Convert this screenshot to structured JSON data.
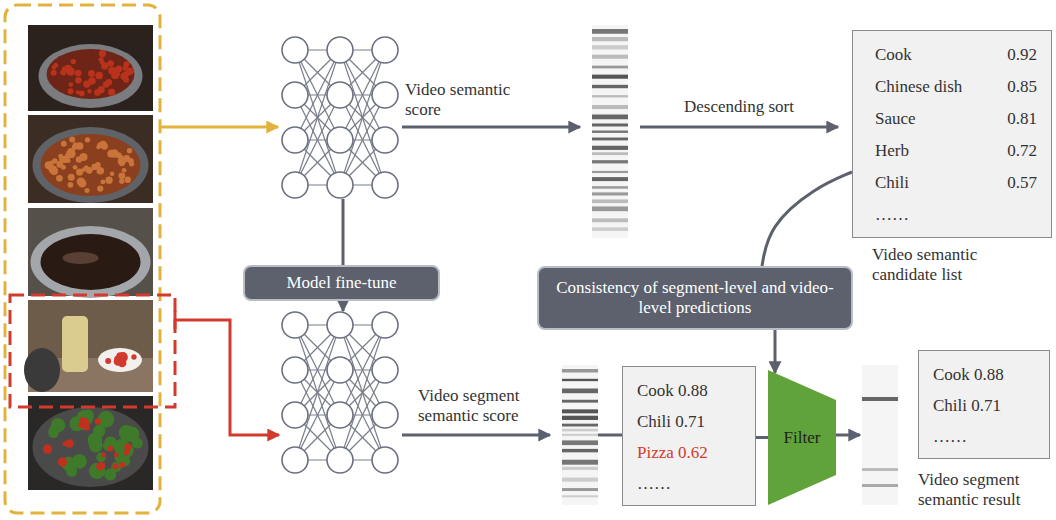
{
  "diagram": {
    "nodes": [
      {
        "text": [
          "Cook",
          "0.92",
          "Chinese dish",
          "0.85",
          "Sauce",
          "0.81",
          "Herb",
          "0.72",
          "Chili",
          "0.57",
          "……"
        ]
      },
      {
        "text": [
          "Model fine-tune"
        ]
      },
      {
        "text": [
          "Consistency of segment-level and video-level predictions"
        ]
      },
      {
        "text": [
          "Cook 0.88",
          "Chili 0.71",
          "Pizza 0.62",
          "……"
        ]
      },
      {
        "text": [
          "Filter"
        ]
      },
      {
        "text": [
          "Cook 0.88",
          "Chili 0.71",
          "……"
        ]
      }
    ],
    "edges": [
      {
        "from": 0,
        "to": 2,
        "arrow": "none"
      },
      {
        "from": 2,
        "to": 4,
        "arrow": "to"
      },
      {
        "from": 3,
        "to": 4,
        "arrow": "none"
      }
    ],
    "labels": [
      "Video semantic score",
      "Descending sort",
      "Video semantic candidate list",
      "Video segment semantic score",
      "Video segment semantic result"
    ]
  }
}
